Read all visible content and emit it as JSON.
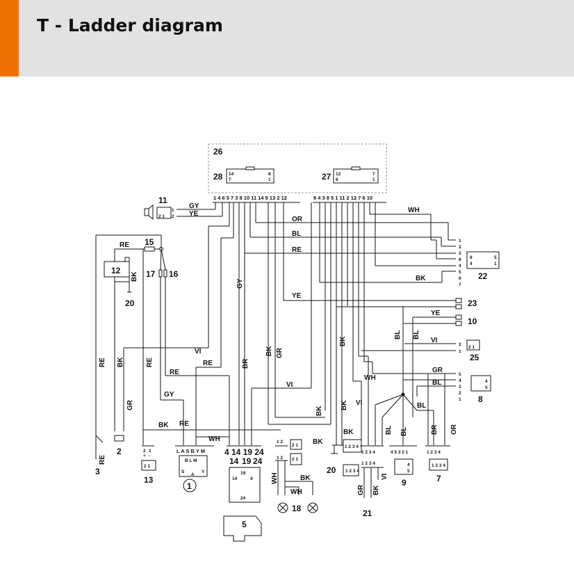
{
  "header": {
    "title": "T - Ladder diagram",
    "accent_color": "#ee7203",
    "background_color": "#e2e2e2"
  },
  "diagram": {
    "components": {
      "c1": "1",
      "c2": "2",
      "c3": "3",
      "c5": "5",
      "c7": "7",
      "c8": "8",
      "c9": "9",
      "c10": "10",
      "c11": "11",
      "c12": "12",
      "c13": "13",
      "c14": "14",
      "c15": "15",
      "c16": "16",
      "c17": "17",
      "c18": "18",
      "c19": "19",
      "c20": "20",
      "c20b": "20",
      "c21": "21",
      "c22": "22",
      "c23": "23",
      "c24": "24",
      "c25": "25",
      "c26": "26",
      "c27": "27",
      "c28": "28"
    },
    "wire_labels": {
      "gy_11": "GY",
      "ye_11": "YE",
      "or_top": "OR",
      "bl_top": "BL",
      "re_top": "RE",
      "wh_top": "WH",
      "bk_22": "BK",
      "ye_23": "YE",
      "ye_10": "YE",
      "re_15": "RE",
      "bk_12": "BK",
      "gy_mid": "GY",
      "re_left": "RE",
      "bk_left": "BK",
      "gr_left": "GR",
      "re_13": "RE",
      "vi_mid": "VI",
      "re_mid1": "RE",
      "re_mid2": "RE",
      "gy_low": "GY",
      "br_mid": "BR",
      "bk_mid": "BK",
      "gr_mid": "GR",
      "vi_low": "VI",
      "bk_20a": "BK",
      "bk_20b": "BK",
      "bk_20c": "BK",
      "bl_r1": "BL",
      "bl_r2": "BL",
      "vi_r": "VI",
      "wh_r": "WH",
      "gr_r": "GR",
      "bl_r3": "BL",
      "vi_r2": "VI",
      "bl_r4": "BL",
      "bl_r5": "BL",
      "br_r": "BR",
      "or_r": "OR",
      "bk_lower": "BK",
      "re_lower": "RE",
      "wh_lower": "WH",
      "re_3": "RE",
      "bk_19": "BK",
      "wh_18a": "WH",
      "bk_18": "BK",
      "wh_18b": "WH",
      "gr_21": "GR",
      "bk_21": "BK",
      "vi_21": "VI"
    },
    "pin_rows": {
      "ecu28": "1 4 6 5 7 3 8 10 11 14 9 13 2 12",
      "ecu27": "9 4 3 8 5 1 11 2 12 7 6 10",
      "c28_pins_a": "14",
      "c28_pins_b": "7",
      "c28_pins_c": "8",
      "c28_pins_d": "1",
      "c27_pins_a": "12",
      "c27_pins_b": "6",
      "c27_pins_c": "7",
      "c27_pins_d": "1",
      "c11": "2 1",
      "c22_side": [
        "1",
        "2",
        "3",
        "8",
        "4",
        "5",
        "6",
        "7"
      ],
      "c22_face_a": "8",
      "c22_face_b": "4",
      "c22_face_c": "5",
      "c22_face_d": "1",
      "c25": "2 1",
      "c25_side": [
        "2",
        "1"
      ],
      "c8_side": [
        "5",
        "4",
        "3",
        "2",
        "1"
      ],
      "c8_face_a": "4",
      "c8_face_b": "5",
      "c13_top_a": "2",
      "c13_top_b": "1",
      "c13_sign_a": "+",
      "c13_sign_b": "-",
      "c13_face": "2 1",
      "c1_top": "L A S B Y M",
      "c1_face_top": "B L M",
      "c1_face_s": "S",
      "c1_face_a": "A",
      "c1_face_y": "Y",
      "c19_top": "1 2",
      "c19_mid": "1 2",
      "c19_face_a": "2 1",
      "c19_face_b": "2 1",
      "c5_face_top": "19",
      "c5_face_l": "14",
      "c5_face_r": "4",
      "c5_face_bot": "24",
      "c20_top": "1 2 3 4",
      "c20_face": "1 2 3 4",
      "c21_top": "1 2 3 4",
      "c9_top": "4 5 3 2 1",
      "c9_face_a": "4",
      "c9_face_b": "5",
      "c7_top": "1 2 3 4",
      "c7_face": "1 2 3 4",
      "c14_group": "4  14  19  24"
    }
  }
}
